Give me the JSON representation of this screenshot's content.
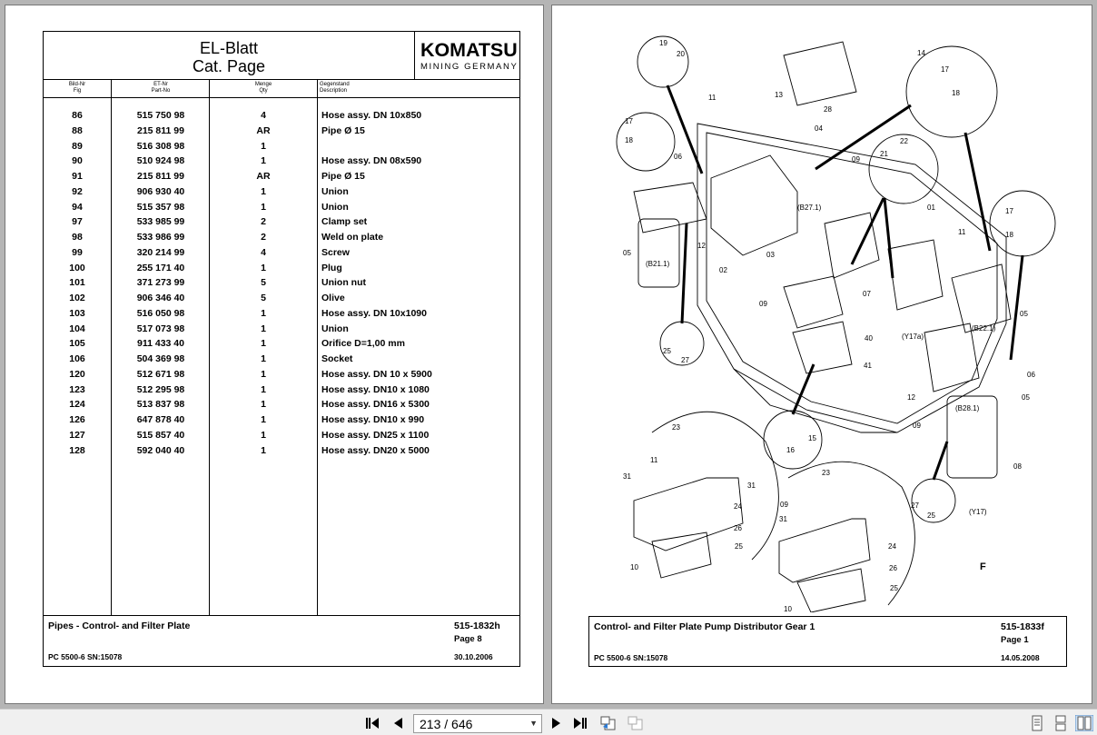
{
  "left_page": {
    "header": {
      "title_line1": "EL-Blatt",
      "title_line2": "Cat. Page",
      "logo_word": "KOMATSU",
      "logo_sub": "MINING GERMANY"
    },
    "columns": {
      "fig_de": "Bild-Nr",
      "fig_en": "Fig",
      "part_de": "ET-Nr",
      "part_en": "Part-No",
      "qty_de": "Menge",
      "qty_en": "Qty",
      "desc_de": "Gegenstand",
      "desc_en": "Description"
    },
    "rows": [
      {
        "fig": "86",
        "part": "515 750 98",
        "qty": "4",
        "desc": "Hose assy. DN 10x850"
      },
      {
        "fig": "88",
        "part": "215 811 99",
        "qty": "AR",
        "desc": "Pipe Ø 15"
      },
      {
        "fig": "89",
        "part": "516 308 98",
        "qty": "1",
        "desc": ""
      },
      {
        "fig": "90",
        "part": "510 924 98",
        "qty": "1",
        "desc": "Hose assy. DN 08x590"
      },
      {
        "fig": "91",
        "part": "215 811 99",
        "qty": "AR",
        "desc": "Pipe Ø 15"
      },
      {
        "fig": "92",
        "part": "906 930 40",
        "qty": "1",
        "desc": "Union"
      },
      {
        "fig": "94",
        "part": "515 357 98",
        "qty": "1",
        "desc": "Union"
      },
      {
        "fig": "97",
        "part": "533 985 99",
        "qty": "2",
        "desc": "Clamp set"
      },
      {
        "fig": "98",
        "part": "533 986 99",
        "qty": "2",
        "desc": "Weld on plate"
      },
      {
        "fig": "99",
        "part": "320 214 99",
        "qty": "4",
        "desc": "Screw"
      },
      {
        "fig": "100",
        "part": "255 171 40",
        "qty": "1",
        "desc": "Plug"
      },
      {
        "fig": "101",
        "part": "371 273 99",
        "qty": "5",
        "desc": "Union nut"
      },
      {
        "fig": "102",
        "part": "906 346 40",
        "qty": "5",
        "desc": "Olive"
      },
      {
        "fig": "103",
        "part": "516 050 98",
        "qty": "1",
        "desc": "Hose assy. DN 10x1090"
      },
      {
        "fig": "104",
        "part": "517 073 98",
        "qty": "1",
        "desc": "Union"
      },
      {
        "fig": "105",
        "part": "911 433 40",
        "qty": "1",
        "desc": "Orifice D=1,00 mm"
      },
      {
        "fig": "106",
        "part": "504 369 98",
        "qty": "1",
        "desc": "Socket"
      },
      {
        "fig": "120",
        "part": "512 671 98",
        "qty": "1",
        "desc": "Hose assy. DN 10 x 5900"
      },
      {
        "fig": "123",
        "part": "512 295 98",
        "qty": "1",
        "desc": "Hose assy. DN10 x 1080"
      },
      {
        "fig": "124",
        "part": "513 837 98",
        "qty": "1",
        "desc": "Hose assy. DN16 x 5300"
      },
      {
        "fig": "126",
        "part": "647 878 40",
        "qty": "1",
        "desc": "Hose assy. DN10 x 990"
      },
      {
        "fig": "127",
        "part": "515 857 40",
        "qty": "1",
        "desc": "Hose assy. DN25 x 1100"
      },
      {
        "fig": "128",
        "part": "592 040 40",
        "qty": "1",
        "desc": "Hose assy. DN20 x 5000"
      }
    ],
    "footer": {
      "title": "Pipes - Control- and Filter Plate",
      "number": "515-1832h",
      "page": "Page 8",
      "model": "PC 5500-6 SN:15078",
      "date": "30.10.2006"
    }
  },
  "right_page": {
    "footer": {
      "title": "Control- and Filter Plate Pump Distributor Gear 1",
      "number": "515-1833f",
      "page": "Page 1",
      "model": "PC 5500-6 SN:15078",
      "date": "14.05.2008"
    },
    "callouts": [
      "19",
      "20",
      "14",
      "17",
      "18",
      "13",
      "11",
      "28",
      "04",
      "17",
      "18",
      "06",
      "09",
      "21",
      "22",
      "05",
      "01",
      "(B27.1)",
      "(B21.1)",
      "12",
      "02",
      "03",
      "11",
      "17",
      "18",
      "07",
      "05",
      "09",
      "(Y17a)",
      "(B22.1)",
      "40",
      "25",
      "27",
      "41",
      "12",
      "06",
      "05",
      "(B28.1)",
      "09",
      "16",
      "15",
      "23",
      "11",
      "31",
      "31",
      "24",
      "26",
      "25",
      "10",
      "08",
      "27",
      "25",
      "(Y17)",
      "23",
      "09",
      "31",
      "24",
      "26",
      "25",
      "10",
      "F"
    ]
  },
  "toolbar": {
    "page_indicator": "213 / 646",
    "first_icon": "first-page-icon",
    "prev_icon": "previous-page-icon",
    "next_icon": "next-page-icon",
    "last_icon": "last-page-icon"
  }
}
